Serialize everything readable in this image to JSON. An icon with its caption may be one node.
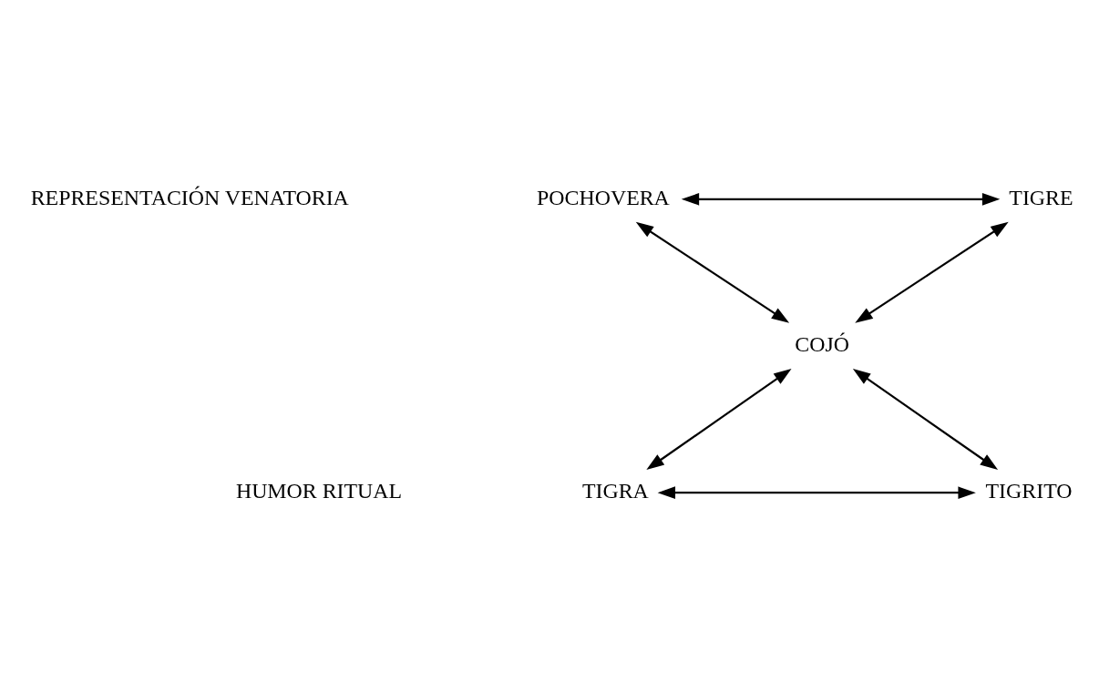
{
  "diagram": {
    "nodes": [
      {
        "text": [
          "POCHOVERA"
        ]
      },
      {
        "text": [
          "TIGRE"
        ]
      },
      {
        "text": [
          "COJÓ"
        ]
      },
      {
        "text": [
          "TIGRA"
        ]
      },
      {
        "text": [
          "TIGRITO"
        ]
      }
    ],
    "edges": [
      {
        "from": 0,
        "to": 1,
        "arrow": "both"
      },
      {
        "from": 0,
        "to": 2,
        "arrow": "both"
      },
      {
        "from": 1,
        "to": 2,
        "arrow": "both"
      },
      {
        "from": 2,
        "to": 3,
        "arrow": "both"
      },
      {
        "from": 2,
        "to": 4,
        "arrow": "both"
      },
      {
        "from": 3,
        "to": 4,
        "arrow": "both"
      }
    ],
    "labels": [
      "REPRESENTACIÓN VENATORIA",
      "HUMOR RITUAL"
    ]
  }
}
